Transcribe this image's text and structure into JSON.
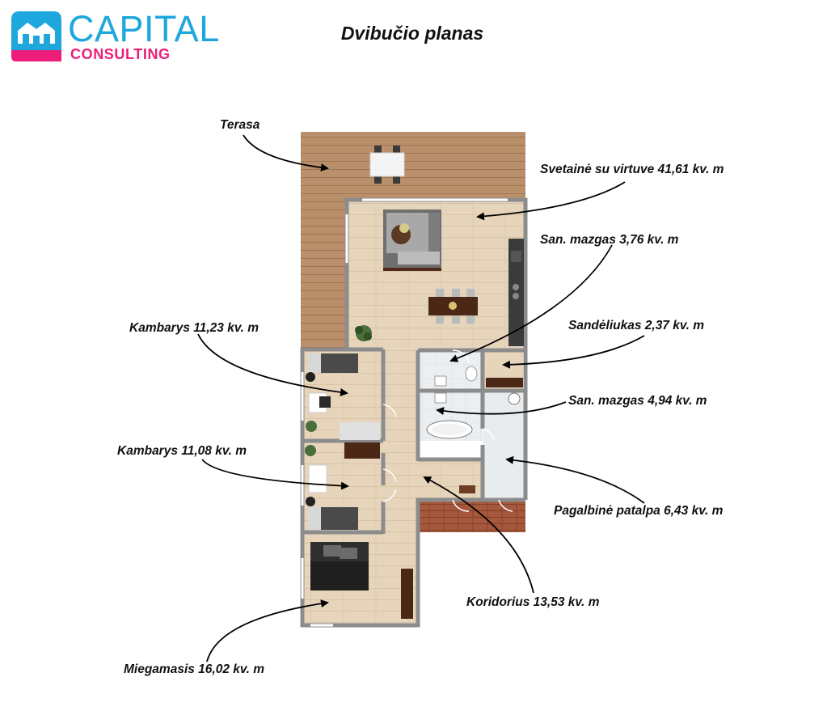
{
  "logo": {
    "name": "CAPITAL",
    "sub": "CONSULTING"
  },
  "title": "Dvibučio planas",
  "rooms": {
    "terasa": "Terasa",
    "svetaine": "Svetainė su virtuve 41,61 kv. m",
    "san_mazgas_1": "San. mazgas 3,76 kv. m",
    "sandeliukas": "Sandėliukas 2,37 kv. m",
    "kambarys_1": "Kambarys 11,23 kv. m",
    "san_mazgas_2": "San. mazgas 4,94 kv. m",
    "kambarys_2": "Kambarys 11,08 kv. m",
    "pagalbine": "Pagalbinė patalpa 6,43 kv. m",
    "koridorius": "Koridorius 13,53 kv. m",
    "miegamasis": "Miegamasis 16,02 kv. m"
  },
  "colors": {
    "brand_blue": "#1da7dd",
    "brand_pink": "#ec1e79",
    "deck": "#b9906b",
    "floor": "#e6d2b8",
    "tile": "#e9edf0"
  }
}
